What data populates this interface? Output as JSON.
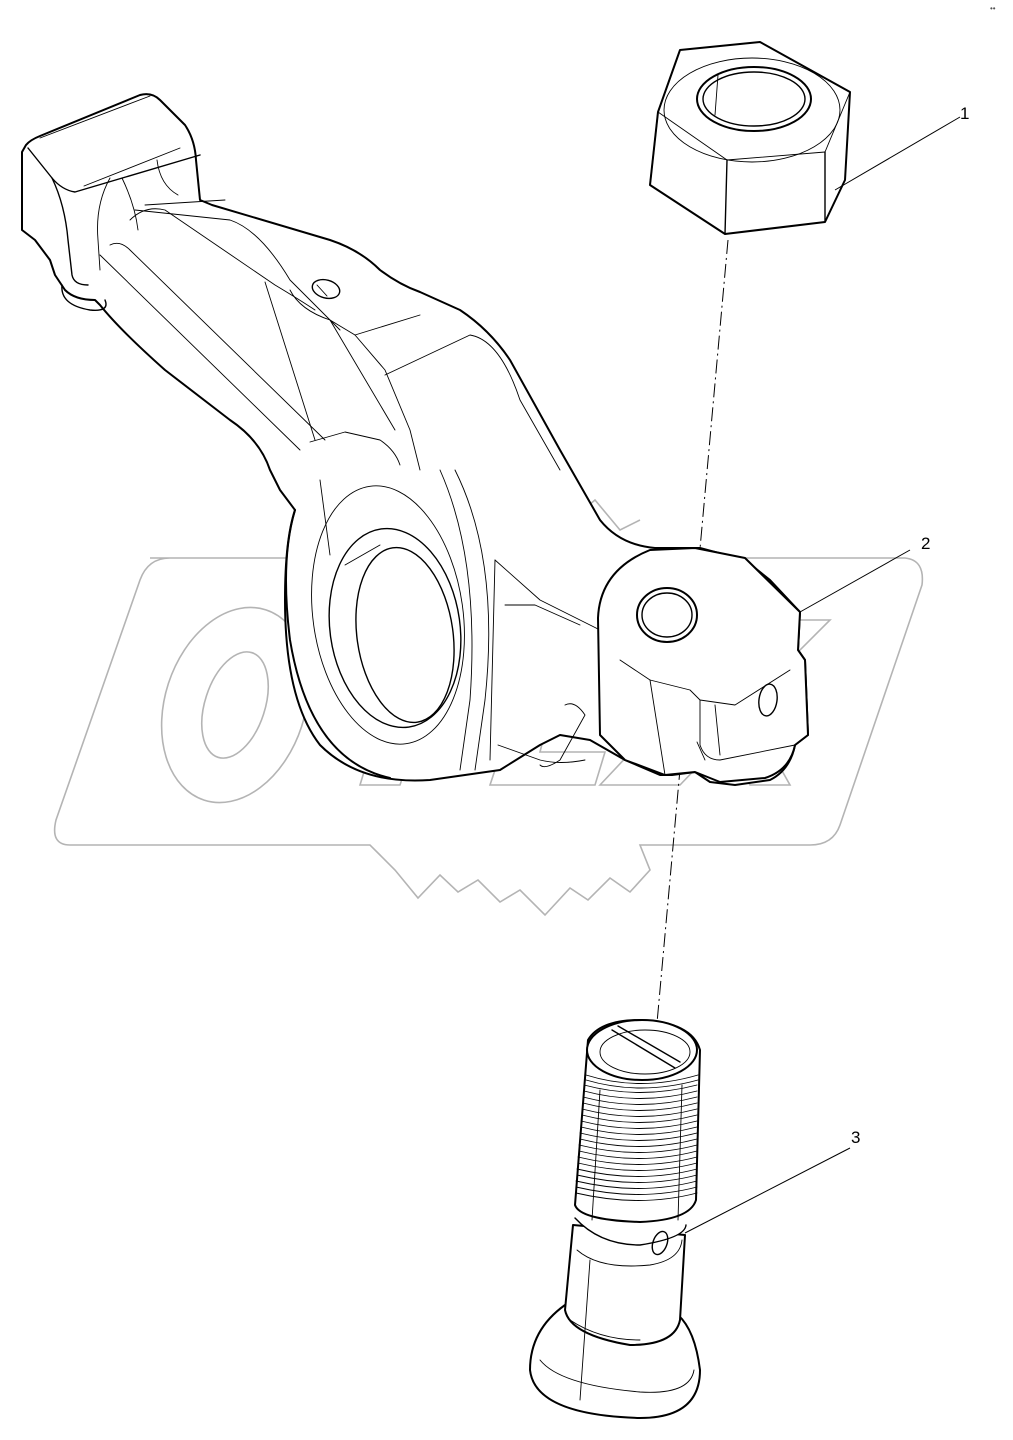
{
  "diagram": {
    "type": "exploded-parts-diagram",
    "subject": "rocker arm assembly",
    "watermark": "OPEX",
    "corner_mark": "••",
    "callouts": [
      {
        "id": "1",
        "label": "1",
        "part": "hex nut"
      },
      {
        "id": "2",
        "label": "2",
        "part": "rocker arm"
      },
      {
        "id": "3",
        "label": "3",
        "part": "adjusting screw"
      }
    ],
    "colors": {
      "line": "#000000",
      "watermark": "#b4b4b4",
      "background": "#ffffff"
    }
  }
}
